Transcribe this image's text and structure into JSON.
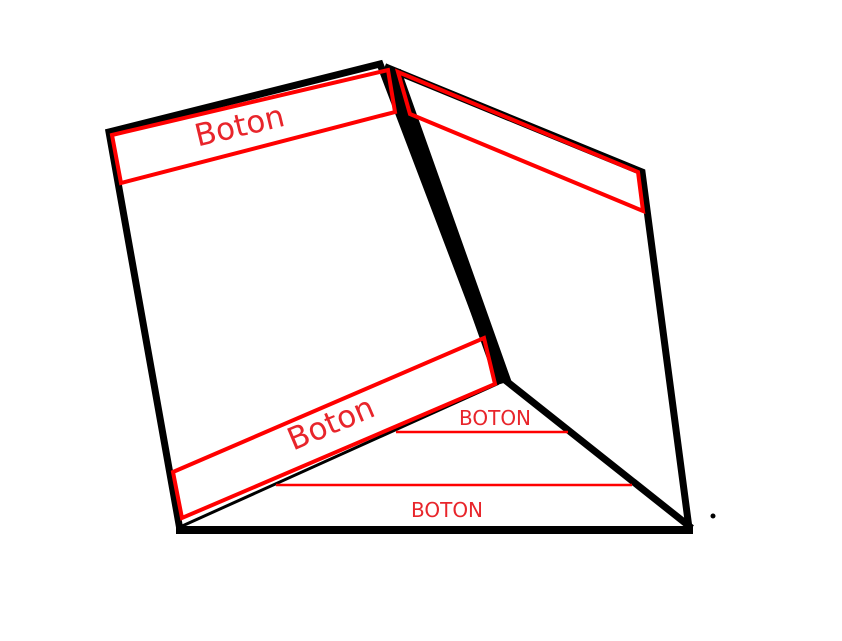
{
  "colors": {
    "outline": "#000000",
    "button": "#ff0000",
    "label": "#e8252b",
    "background": "#ffffff"
  },
  "buttons": {
    "top_left": {
      "label": "Boton"
    },
    "bottom_left": {
      "label": "Boton"
    },
    "top_right": {
      "label": ""
    },
    "base_upper": {
      "label": "BOTON"
    },
    "base_lower": {
      "label": "BOTON"
    }
  }
}
